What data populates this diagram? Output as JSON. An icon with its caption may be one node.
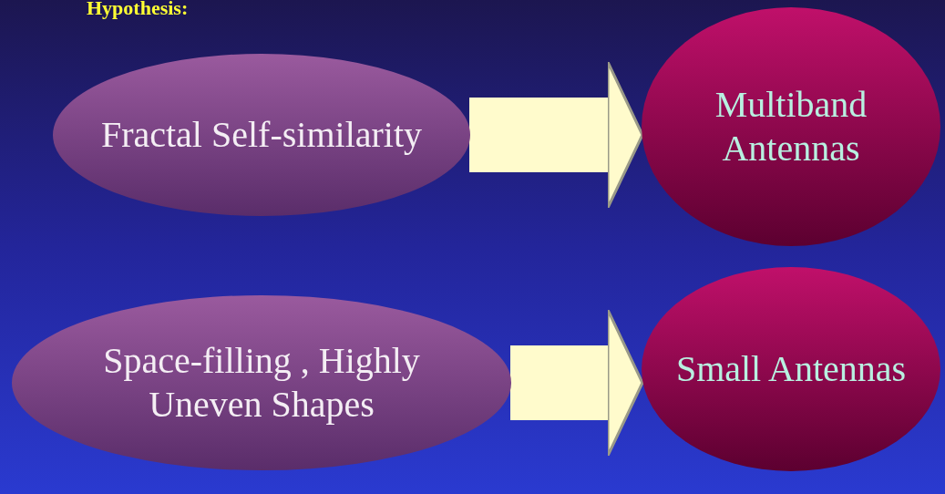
{
  "diagram": {
    "title": "Hypothesis:",
    "nodes": [
      {
        "text": [
          "Fractal Self-similarity"
        ]
      },
      {
        "text": [
          "Multiband Antennas"
        ]
      },
      {
        "text": [
          "Space-filling , Highly Uneven Shapes"
        ]
      },
      {
        "text": [
          "Small Antennas"
        ]
      }
    ],
    "edges": [
      {
        "from": 0,
        "to": 1,
        "arrow": "to"
      },
      {
        "from": 2,
        "to": 3,
        "arrow": "to"
      }
    ]
  }
}
